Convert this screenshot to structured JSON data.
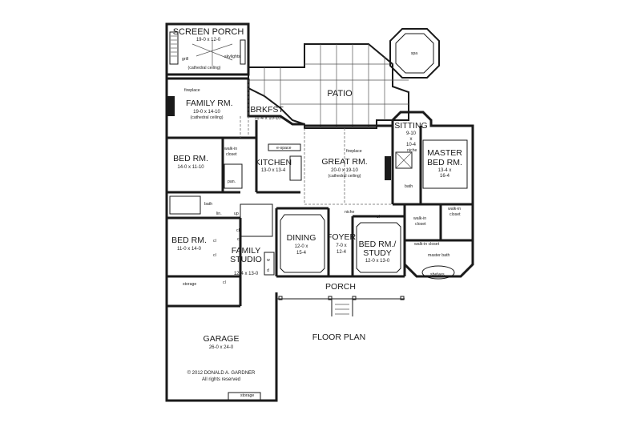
{
  "rooms": {
    "screen_porch": {
      "name": "SCREEN PORCH",
      "dims": "19-0 x 12-0",
      "note": "(cathedral ceiling)"
    },
    "family": {
      "name": "FAMILY RM.",
      "dims": "19-0 x 14-10",
      "note": "(cathedral ceiling)"
    },
    "brkfst": {
      "name": "BRKFST.",
      "dims": "11-4 x 10-10"
    },
    "patio": {
      "name": "PATIO"
    },
    "spa": {
      "name": "spa"
    },
    "sitting": {
      "name": "SITTING",
      "dims1": "9-10",
      "dims2": "x",
      "dims3": "10-4"
    },
    "master_bed": {
      "name1": "MASTER",
      "name2": "BED RM.",
      "dims1": "13-4 x",
      "dims2": "16-4"
    },
    "bed1": {
      "name": "BED RM.",
      "dims": "14-0 x 11-10"
    },
    "kitchen": {
      "name": "KITCHEN",
      "dims": "13-0 x 13-4"
    },
    "great": {
      "name": "GREAT RM.",
      "dims": "20-0 x 19-10",
      "note": "(cathedral ceiling)"
    },
    "bed2": {
      "name": "BED RM.",
      "dims": "11-0 x 14-0"
    },
    "family_studio": {
      "name1": "FAMILY",
      "name2": "STUDIO",
      "dims": "12-4 x 13-0"
    },
    "dining": {
      "name": "DINING",
      "dims1": "12-0 x",
      "dims2": "15-4"
    },
    "foyer": {
      "name": "FOYER",
      "dims1": "7-0 x",
      "dims2": "12-4"
    },
    "bed_study": {
      "name1": "BED RM./",
      "name2": "STUDY",
      "dims": "12-0 x 13-0"
    },
    "porch": {
      "name": "PORCH"
    },
    "garage": {
      "name": "GARAGE",
      "dims": "26-0 x 24-0"
    }
  },
  "labels": {
    "grill": "grill",
    "skylights": "skylights",
    "fireplace_left": "fireplace",
    "fireplace_right": "fireplace",
    "walkin_closet_left": "walk-in closet",
    "walkin_left_1": "walk-in",
    "walkin_left_2": "closet",
    "e_space": "e-space",
    "pan": "pan.",
    "bath_left": "bath",
    "lin": "lin.",
    "up": "up",
    "cl_a": "cl",
    "cl_b": "cl",
    "cl_c": "cl",
    "cl_d": "cl",
    "cl_e": "cl",
    "cl_f": "cl",
    "w": "w",
    "d": "d",
    "storage_top": "storage",
    "storage_bottom": "storage",
    "niche_center": "niche",
    "niche_master": "niche",
    "bath_master_small": "bath",
    "walkin_master_a1": "walk-in",
    "walkin_master_a2": "closet",
    "walkin_master_b1": "walk-in",
    "walkin_master_b2": "closet",
    "master_bath": "master bath",
    "shelves": "shelves"
  },
  "floor_plan_title": "FLOOR PLAN",
  "copyright_line1": "© 2012 DONALD A. GARDNER",
  "copyright_line2": "All rights reserved"
}
